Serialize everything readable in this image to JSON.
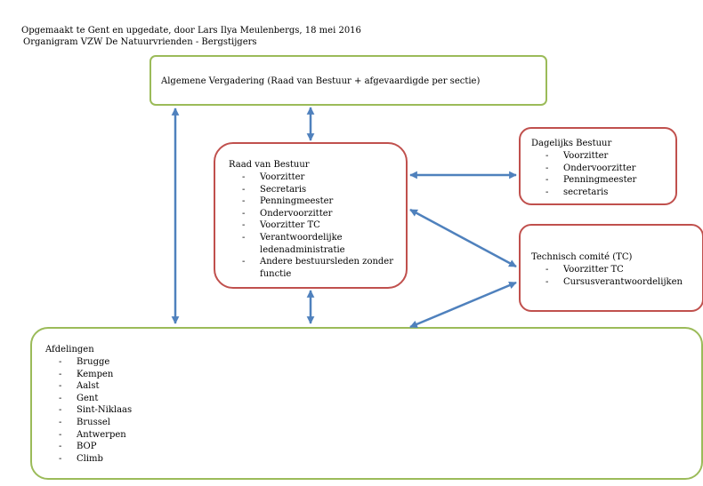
{
  "header": {
    "line1": "Opgemaakt te Gent en upgedate, door Lars Ilya Meulenbergs, 18 mei 2016",
    "line2": "Organigram  VZW De Natuurvrienden - Bergstijgers"
  },
  "algemene_vergadering": {
    "title": "Algemene Vergadering (Raad van Bestuur + afgevaardigde per sectie)"
  },
  "raad_van_bestuur": {
    "title": "Raad van Bestuur",
    "items": [
      "Voorzitter",
      "Secretaris",
      "Penningmeester",
      "Ondervoorzitter",
      "Voorzitter TC",
      "Verantwoordelijke ledenadministratie",
      "Andere bestuursleden zonder functie"
    ]
  },
  "dagelijks_bestuur": {
    "title": "Dagelijks Bestuur",
    "items": [
      "Voorzitter",
      "Ondervoorzitter",
      "Penningmeester",
      "secretaris"
    ]
  },
  "technisch_comite": {
    "title": "Technisch comité (TC)",
    "items": [
      "Voorzitter TC",
      "Cursusverantwoordelijken"
    ]
  },
  "afdelingen": {
    "title": "Afdelingen",
    "items": [
      "Brugge",
      "Kempen",
      "Aalst",
      "Gent",
      "Sint-Niklaas",
      "Brussel",
      "Antwerpen",
      "BOP",
      "Climb"
    ]
  },
  "colors": {
    "green_border": "#9bbb59",
    "red_border": "#c0504d",
    "arrow": "#4f81bd"
  }
}
